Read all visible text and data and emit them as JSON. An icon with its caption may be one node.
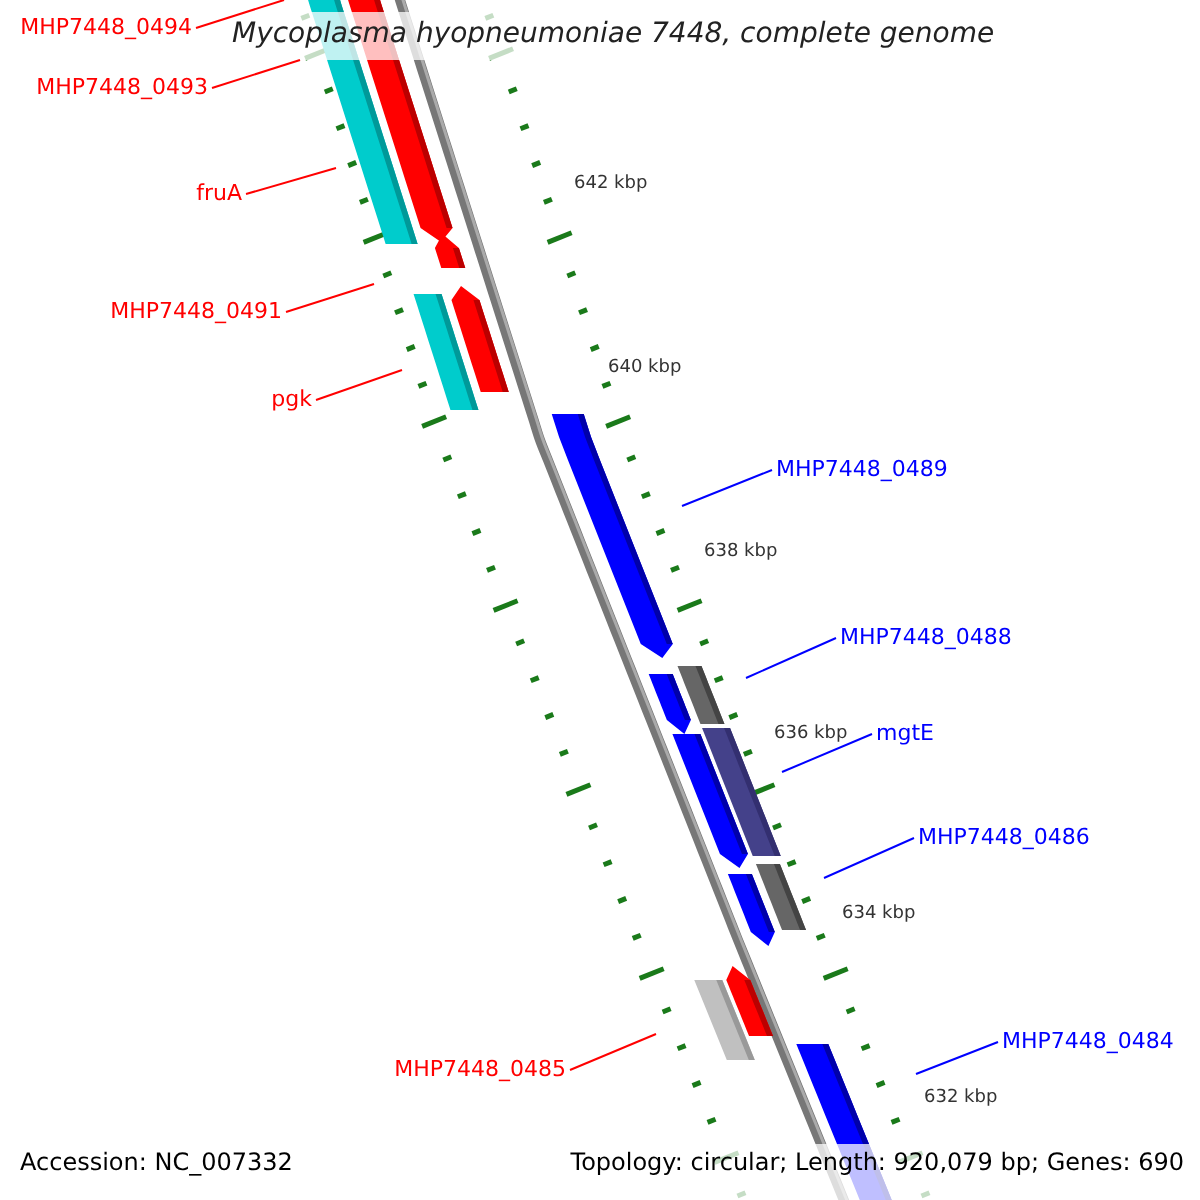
{
  "diagram": {
    "title": "Mycoplasma hyopneumoniae 7448, complete genome",
    "nodes": [
      {
        "text": [
          "MHP7448_0494"
        ]
      },
      {
        "text": [
          "MHP7448_0493"
        ]
      },
      {
        "text": [
          "fruA"
        ]
      },
      {
        "text": [
          "MHP7448_0491"
        ]
      },
      {
        "text": [
          "pgk"
        ]
      },
      {
        "text": [
          "MHP7448_0489"
        ]
      },
      {
        "text": [
          "MHP7448_0488"
        ]
      },
      {
        "text": [
          "mgtE"
        ]
      },
      {
        "text": [
          "MHP7448_0486"
        ]
      },
      {
        "text": [
          "MHP7448_0485"
        ]
      },
      {
        "text": [
          "MHP7448_0484"
        ]
      }
    ],
    "edges": [
      {
        "from": 0,
        "to": null,
        "arrow": "none"
      },
      {
        "from": 1,
        "to": null,
        "arrow": "none"
      },
      {
        "from": 2,
        "to": null,
        "arrow": "none"
      },
      {
        "from": 3,
        "to": null,
        "arrow": "none"
      },
      {
        "from": 4,
        "to": null,
        "arrow": "none"
      },
      {
        "from": 5,
        "to": null,
        "arrow": "none",
        "color": "#0000ff"
      },
      {
        "from": 6,
        "to": null,
        "arrow": "none",
        "color": "#0000ff"
      },
      {
        "from": 7,
        "to": null,
        "arrow": "none",
        "color": "#0000ff"
      },
      {
        "from": 8,
        "to": null,
        "arrow": "none",
        "color": "#0000ff"
      },
      {
        "from": 9,
        "to": null,
        "arrow": "none"
      },
      {
        "from": 10,
        "to": null,
        "arrow": "none",
        "color": "#0000ff"
      }
    ],
    "labels": [
      "642 kbp",
      "640 kbp",
      "638 kbp",
      "636 kbp",
      "634 kbp",
      "632 kbp",
      "Accession: NC_007332",
      "Topology: circular; Length: 920,079 bp; Genes: 690"
    ]
  }
}
